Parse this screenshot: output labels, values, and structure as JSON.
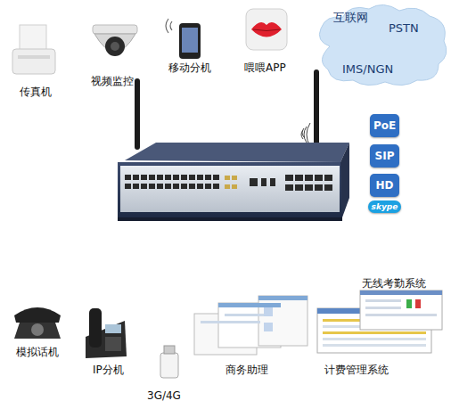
{
  "diagram": {
    "nodes": [
      {
        "text": [
          "互联网",
          "PSTN",
          "IMS/NGN"
        ]
      },
      {
        "text": [
          "PoE"
        ]
      },
      {
        "text": [
          "SIP"
        ]
      },
      {
        "text": [
          "HD"
        ]
      },
      {
        "text": [
          "skype"
        ]
      }
    ],
    "labels": [
      "传真机",
      "视频监控",
      "移动分机",
      "喂喂APP",
      "无线考勤系统",
      "模拟话机",
      "IP分机",
      "商务助理",
      "计费管理系统",
      "3G/4G"
    ]
  }
}
